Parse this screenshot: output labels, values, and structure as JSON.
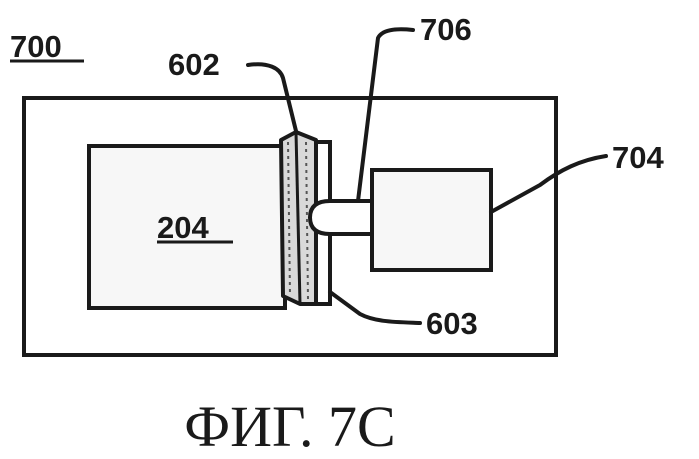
{
  "figure": {
    "label_700": "700",
    "label_602": "602",
    "label_706": "706",
    "label_204": "204",
    "label_704": "704",
    "label_603": "603",
    "caption": "ФИГ. 7С"
  },
  "colors": {
    "ink": "#1a1a1a",
    "paper": "#ffffff",
    "fill_light": "#f7f7f7",
    "fill_plate": "#d9d9d9"
  }
}
